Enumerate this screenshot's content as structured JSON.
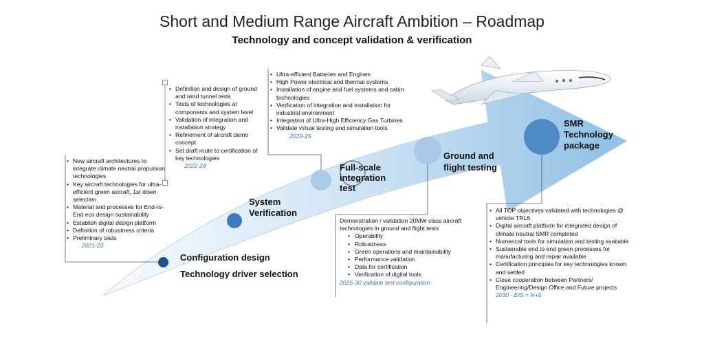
{
  "header": {
    "title": "Short and Medium Range Aircraft Ambition – Roadmap",
    "subtitle": "Technology and concept validation & verification"
  },
  "stages": {
    "configuration": {
      "label_line1": "Configuration design",
      "label_line2": "Technology driver selection",
      "items": [
        "New aircraft architectures to integrate climate neutral propulsion technologies",
        "Key aircraft technologies for ultra-efficient green aircraft, 1st down selection",
        "Material and processes for End-to-End eco design sustainability",
        "Establish digital design platform",
        "Definition of robustness criteria",
        "Preliminary tests"
      ],
      "period": "2021-23"
    },
    "system_verification": {
      "label": "System Verification",
      "items": [
        "Definition and design of ground and wind tunnel tests",
        "Tests of technologies at components and system level",
        "Validation of integration and installation strategy",
        "Refinement of aircraft demo concept",
        "Set draft route to certification of key technologies"
      ],
      "period": "2022-24"
    },
    "full_scale": {
      "label": "Full-scale integration test",
      "items": [
        "Ultra-efficient Batteries and Engines",
        "High Power electrical and thermal systems",
        "Installation of engine and fuel systems and cabin technologies",
        "Verification of integration and installation for industrial environment",
        "Integration of Ultra-High Efficiency Gas Turbines",
        "Validate virtual testing and simulation tools"
      ],
      "period": "2023-25"
    },
    "ground_flight": {
      "label": "Ground and flight testing",
      "intro": "Demonstration / validation 20MW class aircraft technologies in ground and flight tests",
      "items": [
        "Operability",
        "Robustness",
        "Green operations and maintainability",
        "Performance validation",
        "Data for certification",
        "Verification of digital tools"
      ],
      "period": "2025-30 validate test configuration"
    },
    "smr_package": {
      "label": "SMR Technology package",
      "items": [
        "All TOP objectives validated with technologies @ vehicle TRL6",
        "Digital aircraft platform for integrated design of climate neutral SMR completed",
        "Numerical tools for simulation and testing available",
        "Sustainable end to end green processes for manufacturing and repair available",
        "Certification principles for key technologies known and settled",
        "Close cooperation between Partners/ Engineering/Design Office and Future projects"
      ],
      "period": "2030 - EIS = N+5"
    }
  },
  "colors": {
    "arrow_light": "#e8f3fb",
    "arrow_dark": "#9cc8e8",
    "dot_dark": "#1f4f86",
    "dot_mid": "#3b7bc0",
    "dot_light": "#aacbe8",
    "period_blue": "#2e78b8"
  },
  "icons": {
    "aircraft": "aircraft-illustration"
  }
}
